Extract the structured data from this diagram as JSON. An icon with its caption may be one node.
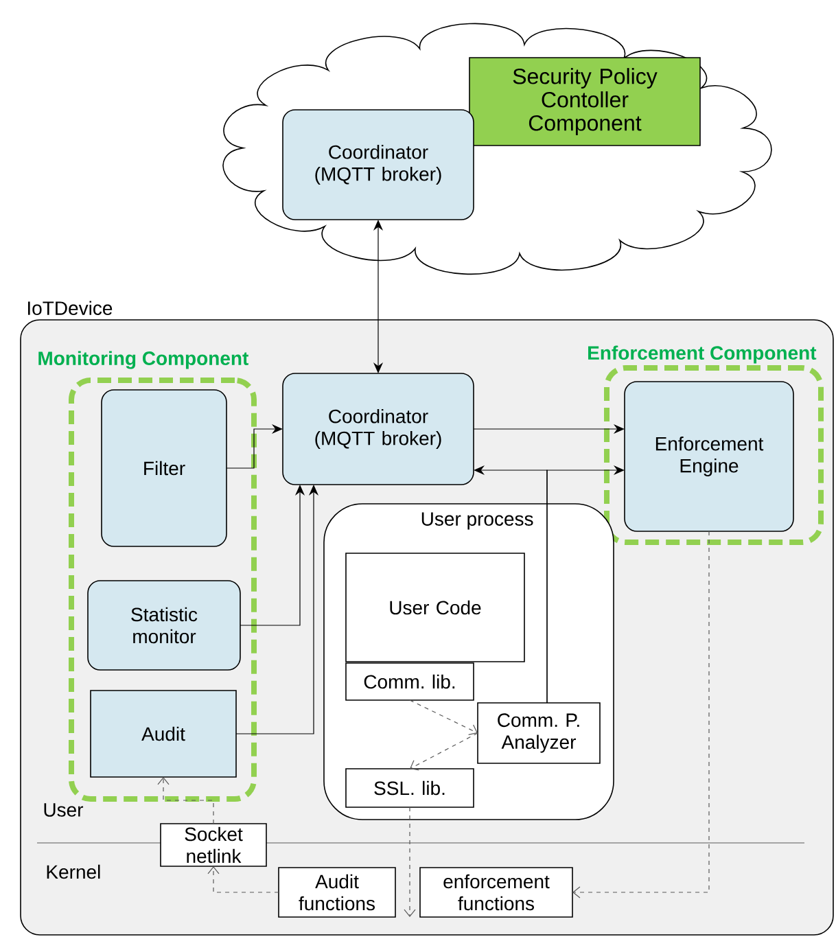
{
  "diagram": {
    "nodes": [
      {
        "text": [],
        "shape": "cloud"
      },
      {
        "text": [
          "Security Policy Contoller Component"
        ],
        "in": 0
      },
      {
        "text": [
          "Coordinator (MQTT broker)"
        ],
        "in": 0
      },
      {
        "text": [
          "IoTDevice"
        ]
      },
      {
        "text": [
          "Monitoring Component"
        ],
        "in": 3
      },
      {
        "text": [
          "Filter"
        ],
        "in": 4
      },
      {
        "text": [
          "Statistic monitor"
        ],
        "in": 4
      },
      {
        "text": [
          "Audit"
        ],
        "in": 4
      },
      {
        "text": [
          "Coordinator (MQTT broker)"
        ],
        "in": 3
      },
      {
        "text": [
          "Enforcement Component"
        ],
        "in": 3
      },
      {
        "text": [
          "Enforcement Engine"
        ],
        "in": 9
      },
      {
        "text": [
          "User process"
        ],
        "in": 3
      },
      {
        "text": [
          "User Code"
        ],
        "in": 11
      },
      {
        "text": [
          "Comm. lib."
        ],
        "in": 11
      },
      {
        "text": [
          "Comm. P. Analyzer"
        ],
        "in": 11
      },
      {
        "text": [
          "SSL. lib."
        ],
        "in": 11
      },
      {
        "text": [
          "Socket netlink"
        ],
        "in": 3
      },
      {
        "text": [
          "Audit functions"
        ],
        "in": 3
      },
      {
        "text": [
          "enforcement functions"
        ],
        "in": 3
      }
    ],
    "edges": [
      {
        "from": 2,
        "to": 8,
        "arrow": "both"
      },
      {
        "from": 5,
        "to": 8,
        "arrow": "to"
      },
      {
        "from": 6,
        "to": 8,
        "arrow": "to"
      },
      {
        "from": 7,
        "to": 8,
        "arrow": "to"
      },
      {
        "from": 8,
        "to": 10,
        "arrow": "to"
      },
      {
        "from": 14,
        "to": 8,
        "arrow": "to"
      },
      {
        "from": 14,
        "to": 10,
        "arrow": "to"
      },
      {
        "from": 13,
        "to": 14,
        "arrow": "to",
        "style": "dashed"
      },
      {
        "from": 14,
        "to": 15,
        "arrow": "to",
        "style": "dashed"
      },
      {
        "from": 15,
        "to": 17,
        "arrow": "to",
        "style": "dashed"
      },
      {
        "from": 10,
        "to": 18,
        "arrow": "to",
        "style": "dashed"
      },
      {
        "from": 17,
        "to": 16,
        "arrow": "to",
        "style": "dashed"
      },
      {
        "from": 16,
        "to": 7,
        "arrow": "to",
        "style": "dashed"
      }
    ],
    "labels": [
      "User",
      "Kernel"
    ]
  }
}
